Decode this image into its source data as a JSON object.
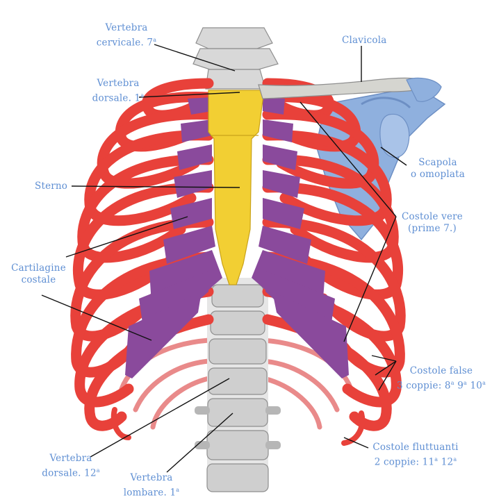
{
  "labels": {
    "vert_cervicale_1": "Vertebra",
    "vert_cervicale_2": "cervicale. 7",
    "vert_cervicale_sup": "a",
    "clavicola": "Clavicola",
    "vert_dorsale1_1": "Vertebra",
    "vert_dorsale1_2": "dorsale. 1",
    "vert_dorsale1_sup": "a",
    "scapola_1": "Scapola",
    "scapola_2": "o omoplata",
    "sterno": "Sterno",
    "costole_vere_1": "Costole vere",
    "costole_vere_2": "(prime 7.)",
    "cartilagine_1": "Cartilagine",
    "cartilagine_2": "costale",
    "costole_false_1": "Costole false",
    "costole_false_2": "3 coppie: 8",
    "costole_false_sup1": "a",
    "costole_false_3": " 9",
    "costole_false_sup2": "a",
    "costole_false_4": " 10",
    "costole_false_sup3": "a",
    "fluttuanti_1": "Costole fluttuanti",
    "fluttuanti_2": "2 coppie: 11",
    "fluttuanti_sup1": "a",
    "fluttuanti_3": " 12",
    "fluttuanti_sup2": "a",
    "vert_dorsale12_1": "Vertebra",
    "vert_dorsale12_2": "dorsale. 12",
    "vert_dorsale12_sup": "a",
    "vert_lombare_1": "Vertebra",
    "vert_lombare_2": "lombare. 1",
    "vert_lombare_sup": "a"
  },
  "colors": {
    "rib": "#e8413a",
    "rib_dark": "#b42a25",
    "rib_light": "#f3a39a",
    "cartilage": "#8a4a9c",
    "sternum": "#f2cf33",
    "spine": "#c9c9c9",
    "scapula": "#8fb0de",
    "clavicle": "#d5d5d0",
    "label": "#5f8fd3",
    "leader": "#111111"
  }
}
